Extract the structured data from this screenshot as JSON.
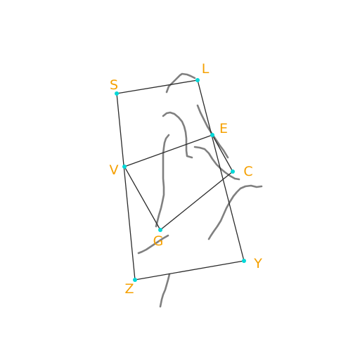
{
  "colors": {
    "edge": "#2b2b2b",
    "vertex": "#00d8d8",
    "label": "#f5a000",
    "scribble": "#808080",
    "background": "#ffffff"
  },
  "vertices": [
    {
      "id": "S",
      "label": "S"
    },
    {
      "id": "L",
      "label": "L"
    },
    {
      "id": "E",
      "label": "E"
    },
    {
      "id": "C",
      "label": "C"
    },
    {
      "id": "V",
      "label": "V"
    },
    {
      "id": "G",
      "label": "G"
    },
    {
      "id": "Y",
      "label": "Y"
    },
    {
      "id": "Z",
      "label": "Z"
    }
  ],
  "edges": [
    [
      "S",
      "L"
    ],
    [
      "L",
      "Y"
    ],
    [
      "Y",
      "Z"
    ],
    [
      "Z",
      "S"
    ],
    [
      "V",
      "E"
    ],
    [
      "E",
      "C"
    ],
    [
      "C",
      "G"
    ],
    [
      "G",
      "V"
    ]
  ]
}
